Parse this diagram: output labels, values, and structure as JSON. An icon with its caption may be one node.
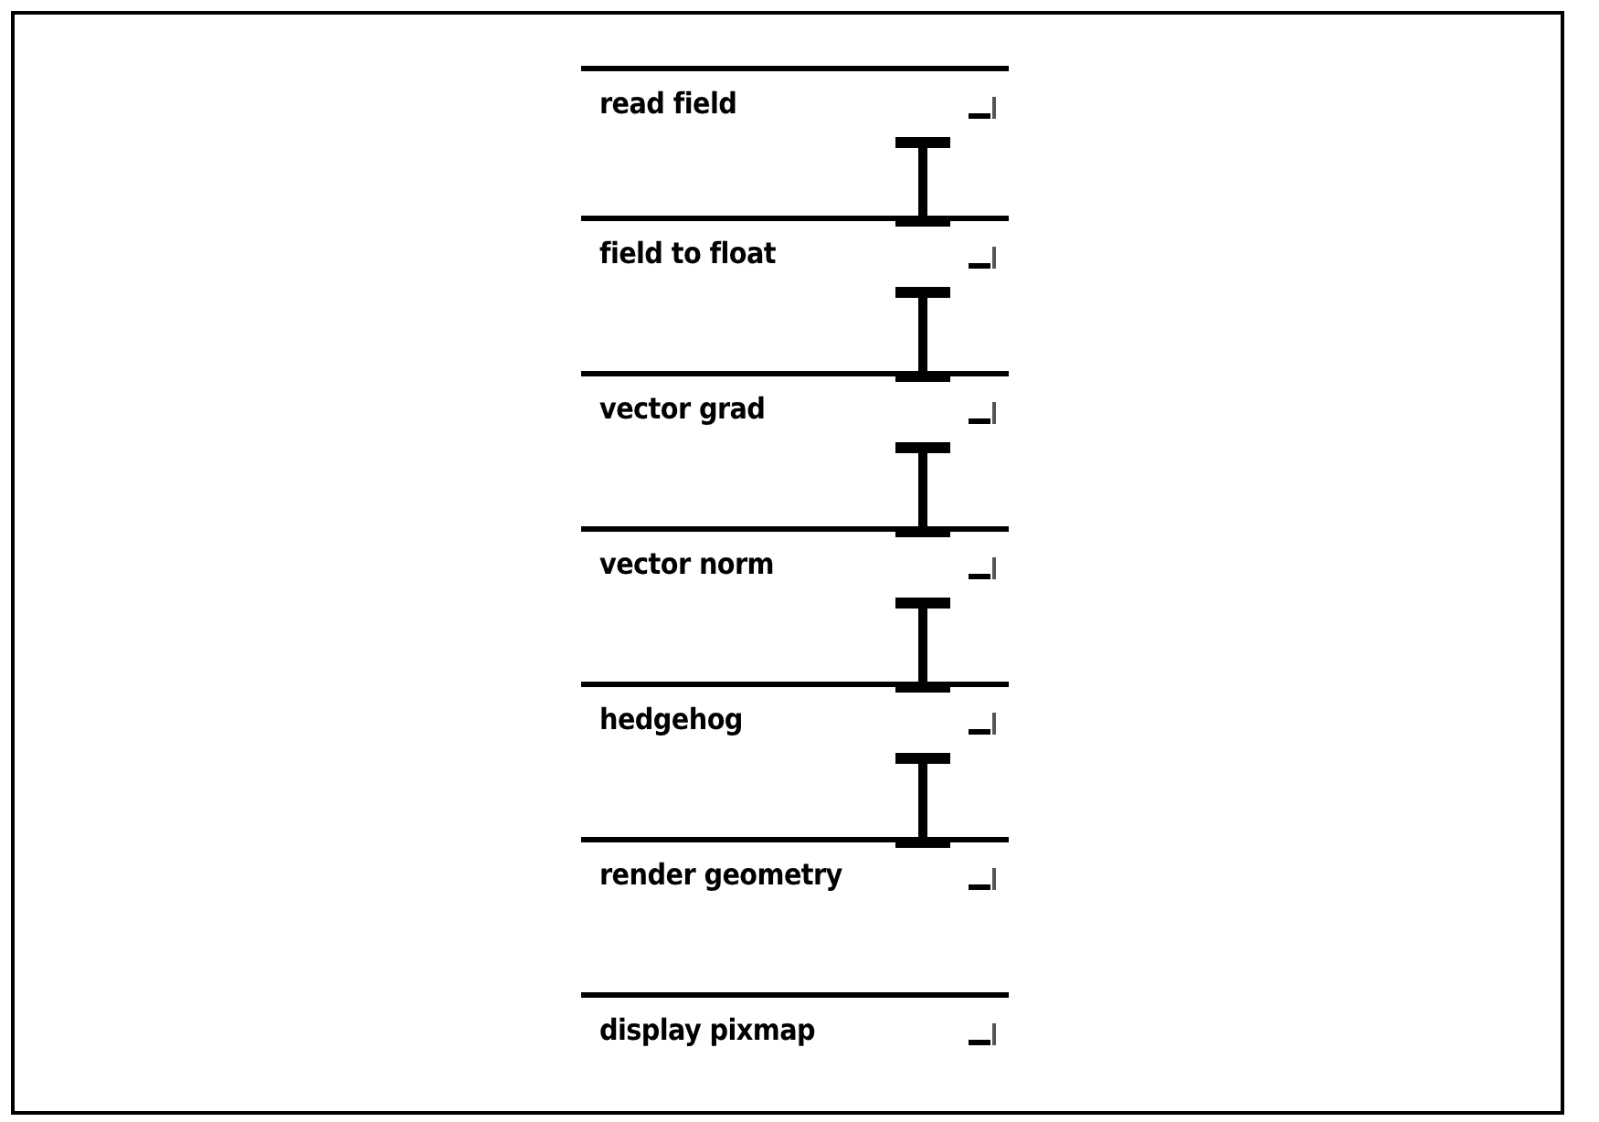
{
  "diagram": {
    "nodes": [
      {
        "text": [
          "read field"
        ]
      },
      {
        "text": [
          "field to float"
        ]
      },
      {
        "text": [
          "vector grad"
        ]
      },
      {
        "text": [
          "vector norm"
        ]
      },
      {
        "text": [
          "hedgehog"
        ]
      },
      {
        "text": [
          "render geometry"
        ]
      },
      {
        "text": [
          "display pixmap"
        ]
      }
    ],
    "edges": [
      {
        "from": 0,
        "to": 1,
        "arrow": "none"
      },
      {
        "from": 1,
        "to": 2,
        "arrow": "none"
      },
      {
        "from": 2,
        "to": 3,
        "arrow": "none"
      },
      {
        "from": 3,
        "to": 4,
        "arrow": "none"
      },
      {
        "from": 4,
        "to": 5,
        "arrow": "none"
      }
    ]
  }
}
